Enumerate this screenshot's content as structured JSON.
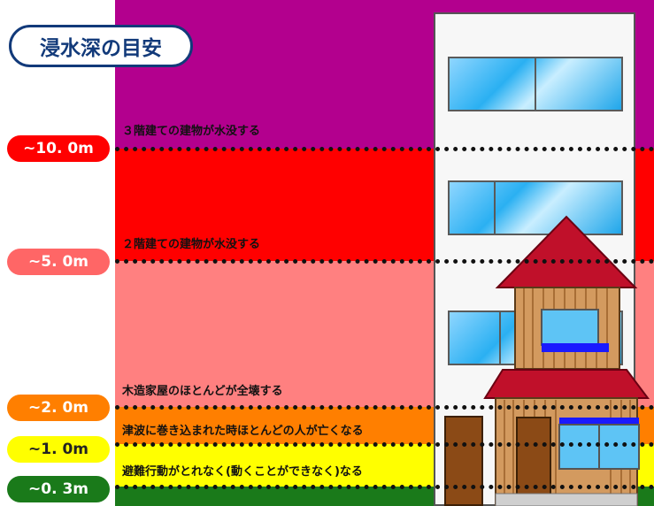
{
  "title": "浸水深の目安",
  "levels": [
    {
      "depth": "~10. 0m",
      "caption": "３階建ての建物が水没する",
      "pill_bg": "#ff0000",
      "pill_fg": "#ffffff"
    },
    {
      "depth": "~5. 0m",
      "caption": "２階建ての建物が水没する",
      "pill_bg": "#ff6666",
      "pill_fg": "#ffffff"
    },
    {
      "depth": "~2. 0m",
      "caption": "木造家屋のほとんどが全壊する",
      "pill_bg": "#ff7f00",
      "pill_fg": "#ffffff"
    },
    {
      "depth": "~1. 0m",
      "caption": "津波に巻き込まれた時ほとんどの人が亡くなる",
      "pill_bg": "#ffff00",
      "pill_fg": "#222222"
    },
    {
      "depth": "~0. 3m",
      "caption": "避難行動がとれなく(動くことができなく)なる",
      "pill_bg": "#1a7a1a",
      "pill_fg": "#ffffff"
    }
  ],
  "colors": {
    "band_top": "#b3008e",
    "band_10m": "#ff0000",
    "band_5m": "#ff8080",
    "band_2m": "#ff7f00",
    "band_1m": "#ffff00",
    "band_03m": "#1a7a1a",
    "title_border": "#123a7a"
  },
  "icons": [
    "apartment-building",
    "wooden-house"
  ]
}
